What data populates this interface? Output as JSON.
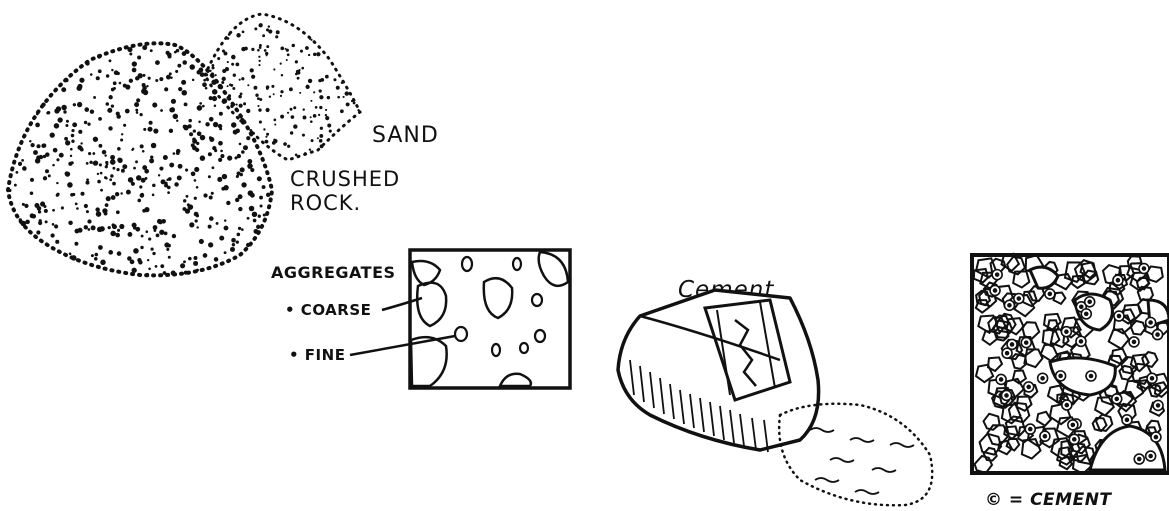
{
  "labels": {
    "sand": "SAND",
    "crushed_rock_line1": "CRUSHED",
    "crushed_rock_line2": "ROCK.",
    "aggregates": "AGGREGATES",
    "coarse": "• COARSE",
    "fine": "• FINE",
    "cement": "Cement",
    "cement_key": "© = CEMENT"
  },
  "colors": {
    "ink": "#111111",
    "background": "#ffffff"
  }
}
